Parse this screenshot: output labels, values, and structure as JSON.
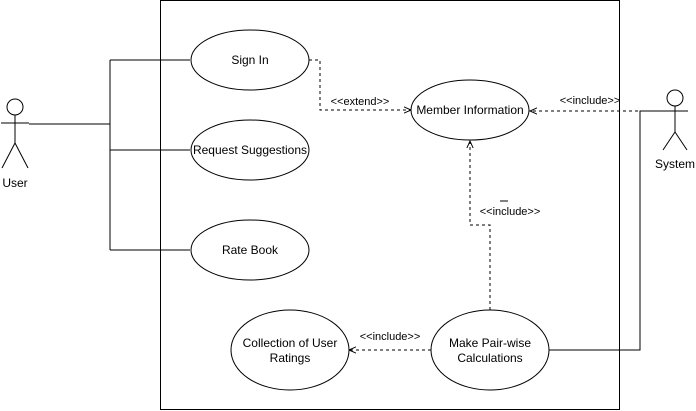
{
  "actors": {
    "user": {
      "label": "User"
    },
    "system": {
      "label": "System"
    }
  },
  "use_cases": {
    "sign_in": "Sign In",
    "request_suggestions": "Request Suggestions",
    "rate_book": "Rate Book",
    "member_information": "Member Information",
    "collection_line1": "Collection of User",
    "collection_line2": "Ratings",
    "pairwise_line1": "Make Pair-wise",
    "pairwise_line2": "Calculations"
  },
  "relations": {
    "extend": "<<extend>>",
    "include_system": "<<include>>",
    "include_pairwise_member": "<<include>>",
    "include_pairwise_collection": "<<include>>"
  }
}
